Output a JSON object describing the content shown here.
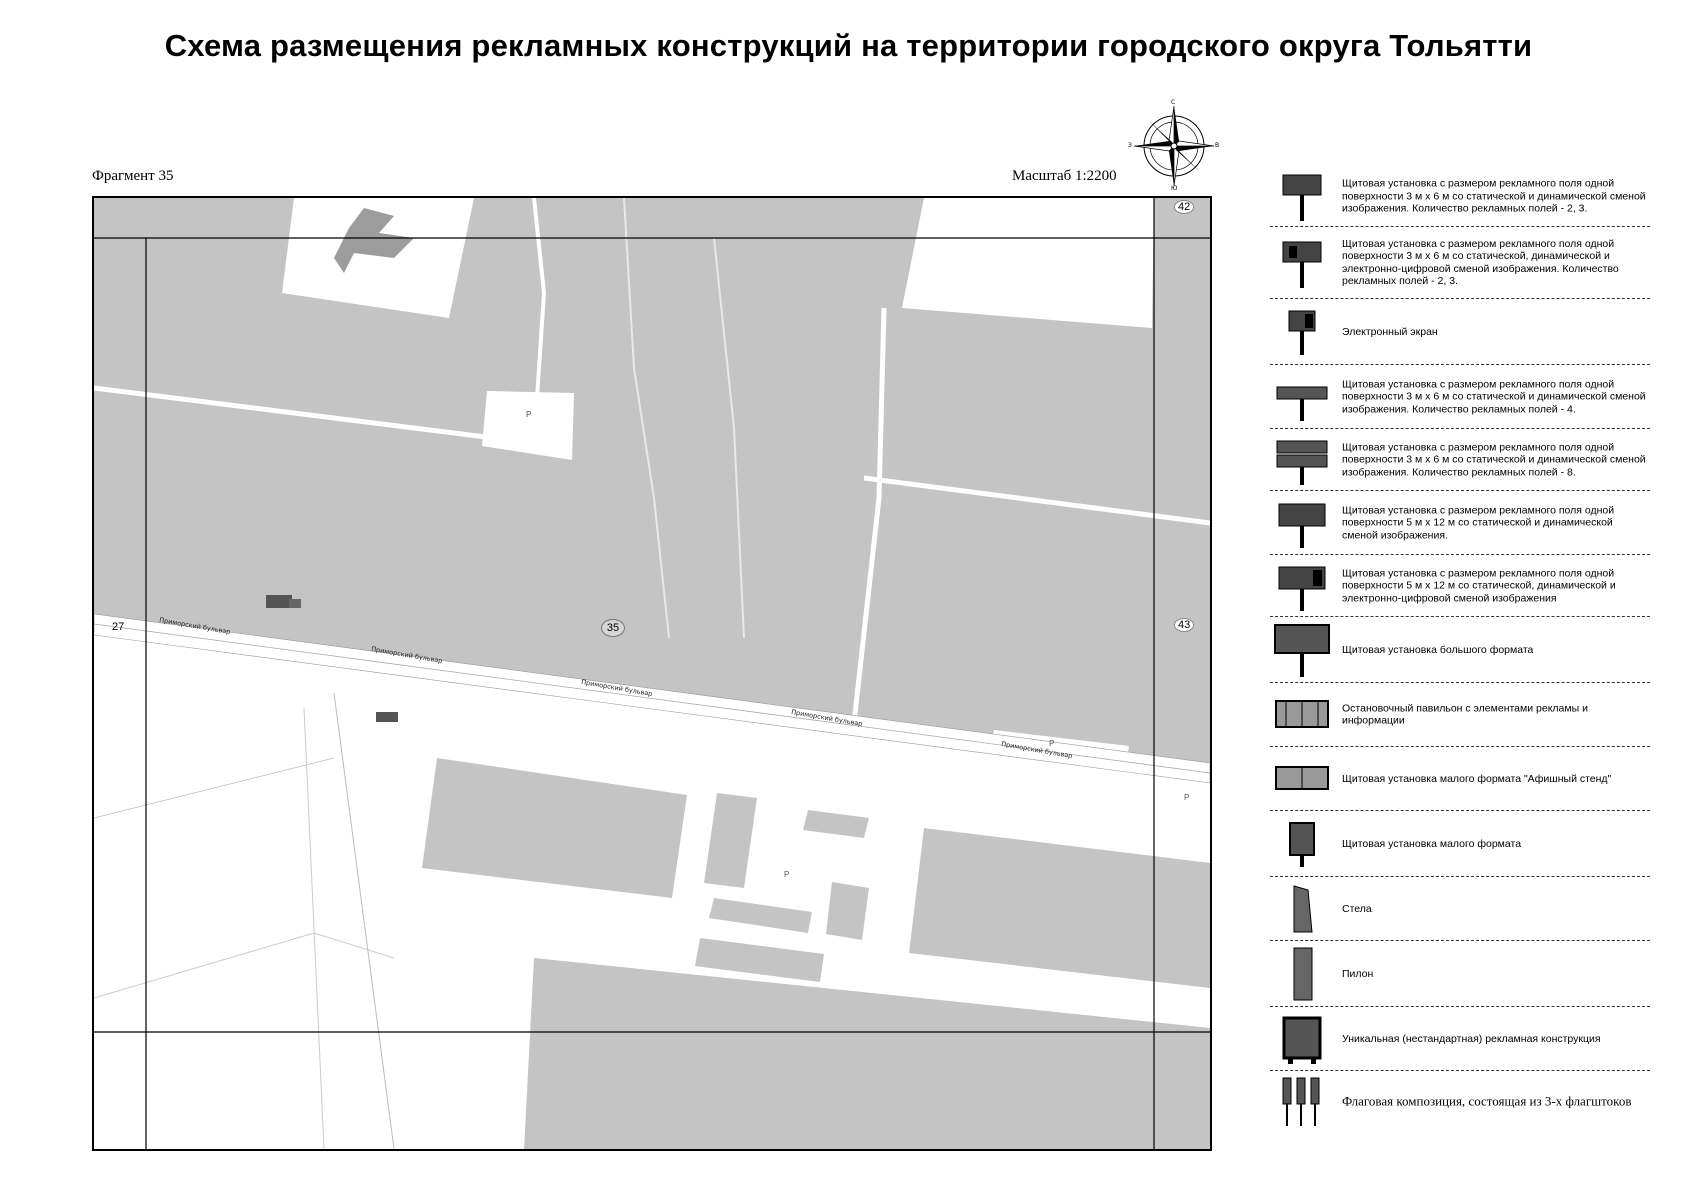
{
  "title": "Схема размещения рекламных конструкций на территории городского округа Тольятти",
  "fragment_label": "Фрагмент 35",
  "scale_label": "Масштаб 1:2200",
  "compass": {
    "n": "С",
    "s": "Ю",
    "w": "З",
    "e": "В"
  },
  "map": {
    "fragment_numbers": {
      "top_right": "42",
      "left": "27",
      "center": "35",
      "right": "43"
    },
    "street_name": "Приморский бульвар",
    "parking_symbol": "P"
  },
  "legend": [
    {
      "icon": "billboard-3x6-dynamic-icon",
      "text": "Щитовая установка с размером рекламного поля одной поверхности 3 м х 6 м со статической и динамической сменой изображения. Количество рекламных полей - 2, 3."
    },
    {
      "icon": "billboard-3x6-digital-icon",
      "text": "Щитовая установка с размером рекламного поля одной поверхности 3 м х 6 м со статической, динамической и электронно-цифровой сменой изображения. Количество рекламных полей - 2, 3."
    },
    {
      "icon": "electronic-screen-icon",
      "text": "Электронный экран"
    },
    {
      "icon": "billboard-4-fields-icon",
      "text": "Щитовая установка с размером рекламного поля одной поверхности 3 м х 6 м со статической и динамической сменой изображения. Количество рекламных полей - 4."
    },
    {
      "icon": "billboard-8-fields-icon",
      "text": "Щитовая установка с размером рекламного поля одной поверхности 3 м х 6 м со статической и динамической сменой изображения. Количество рекламных полей - 8."
    },
    {
      "icon": "billboard-5x12-icon",
      "text": "Щитовая установка с размером рекламного поля одной поверхности 5 м х 12 м со статической и динамической сменой изображения."
    },
    {
      "icon": "billboard-5x12-digital-icon",
      "text": "Щитовая установка с размером рекламного поля одной поверхности 5 м х 12 м со статической, динамической и электронно-цифровой сменой изображения"
    },
    {
      "icon": "large-format-billboard-icon",
      "text": "Щитовая установка большого формата"
    },
    {
      "icon": "bus-stop-pavilion-icon",
      "text": "Остановочный павильон с элементами рекламы и информации"
    },
    {
      "icon": "poster-stand-icon",
      "text": "Щитовая установка малого формата \"Афишный стенд\""
    },
    {
      "icon": "small-format-billboard-icon",
      "text": "Щитовая установка малого формата"
    },
    {
      "icon": "stele-icon",
      "text": "Стела"
    },
    {
      "icon": "pylon-icon",
      "text": "Пилон"
    },
    {
      "icon": "unique-construction-icon",
      "text": "Уникальная (нестандартная) рекламная конструкция"
    },
    {
      "icon": "flag-composition-icon",
      "text": "Флаговая композиция, состоящая из 3-х флагштоков"
    }
  ]
}
